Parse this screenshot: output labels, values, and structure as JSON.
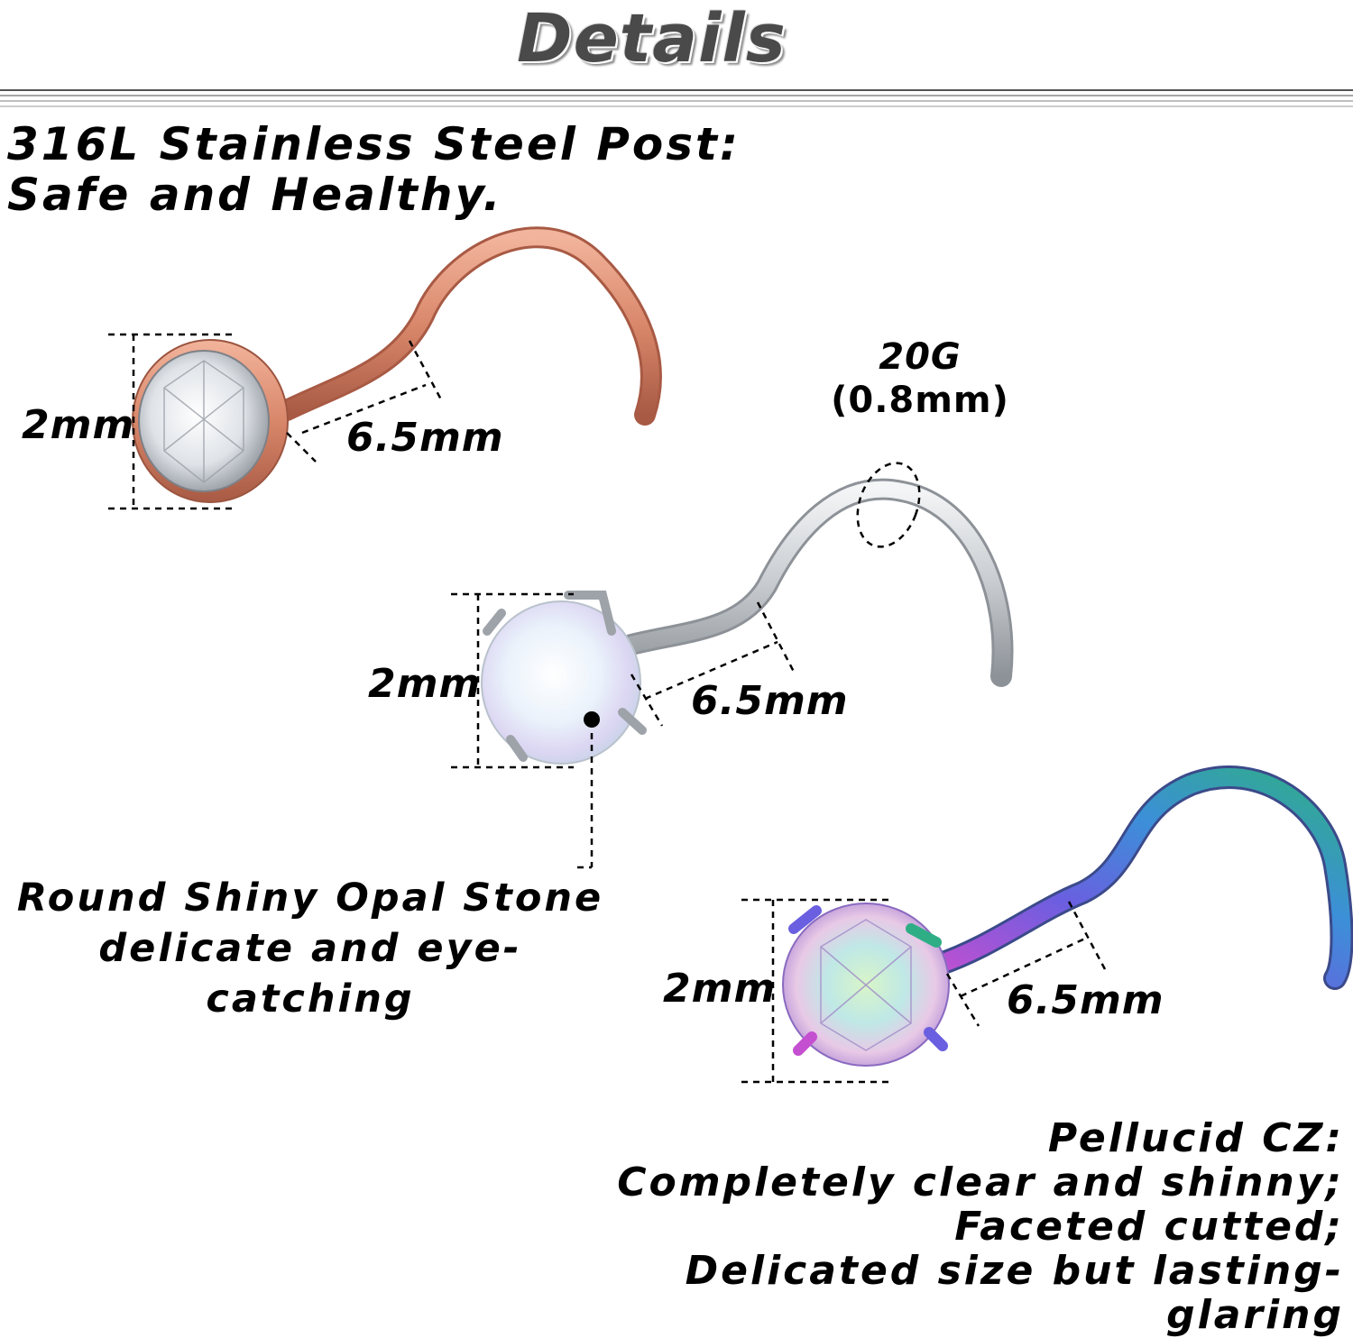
{
  "header": {
    "title": "Details"
  },
  "post_material": {
    "line1": "316L Stainless Steel Post:",
    "line2": "Safe and Healthy."
  },
  "studs": [
    {
      "color": "rose-gold",
      "stone": "clear-cz",
      "height_label": "2mm",
      "length_label": "6.5mm"
    },
    {
      "color": "silver",
      "stone": "opal",
      "height_label": "2mm",
      "length_label": "6.5mm"
    },
    {
      "color": "rainbow",
      "stone": "aurora-cz",
      "height_label": "2mm",
      "length_label": "6.5mm"
    }
  ],
  "gauge": {
    "line1": "20G",
    "line2": "(0.8mm)"
  },
  "opal_note": {
    "line1": "Round Shiny Opal Stone",
    "line2": "delicate and eye-catching"
  },
  "cz_note": {
    "line1": "Pellucid CZ:",
    "line2": "Completely clear and shinny;",
    "line3": "Faceted cutted;",
    "line4": "Delicated size but lasting-glaring"
  },
  "colors": {
    "rose_gold": "#d9876a",
    "silver": "#c8ccd0",
    "rainbow_start": "#c44fd0",
    "rainbow_end": "#2fae86"
  }
}
